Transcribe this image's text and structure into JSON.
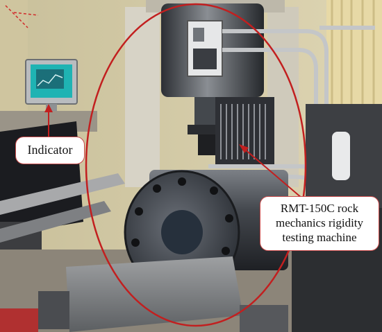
{
  "annotations": {
    "indicator_label": "Indicator",
    "machine_label": "RMT-150C rock mechanics rigidity testing machine"
  },
  "colors": {
    "annotation_red": "#c21f1f",
    "callout_border": "#c94a4a",
    "wall_cream": "#d8cfad",
    "floor": "#8c8579",
    "machine_steel": "#4b4f55"
  },
  "icons": [
    "monitor-icon",
    "red-ellipse-highlight",
    "pointer-arrow"
  ]
}
